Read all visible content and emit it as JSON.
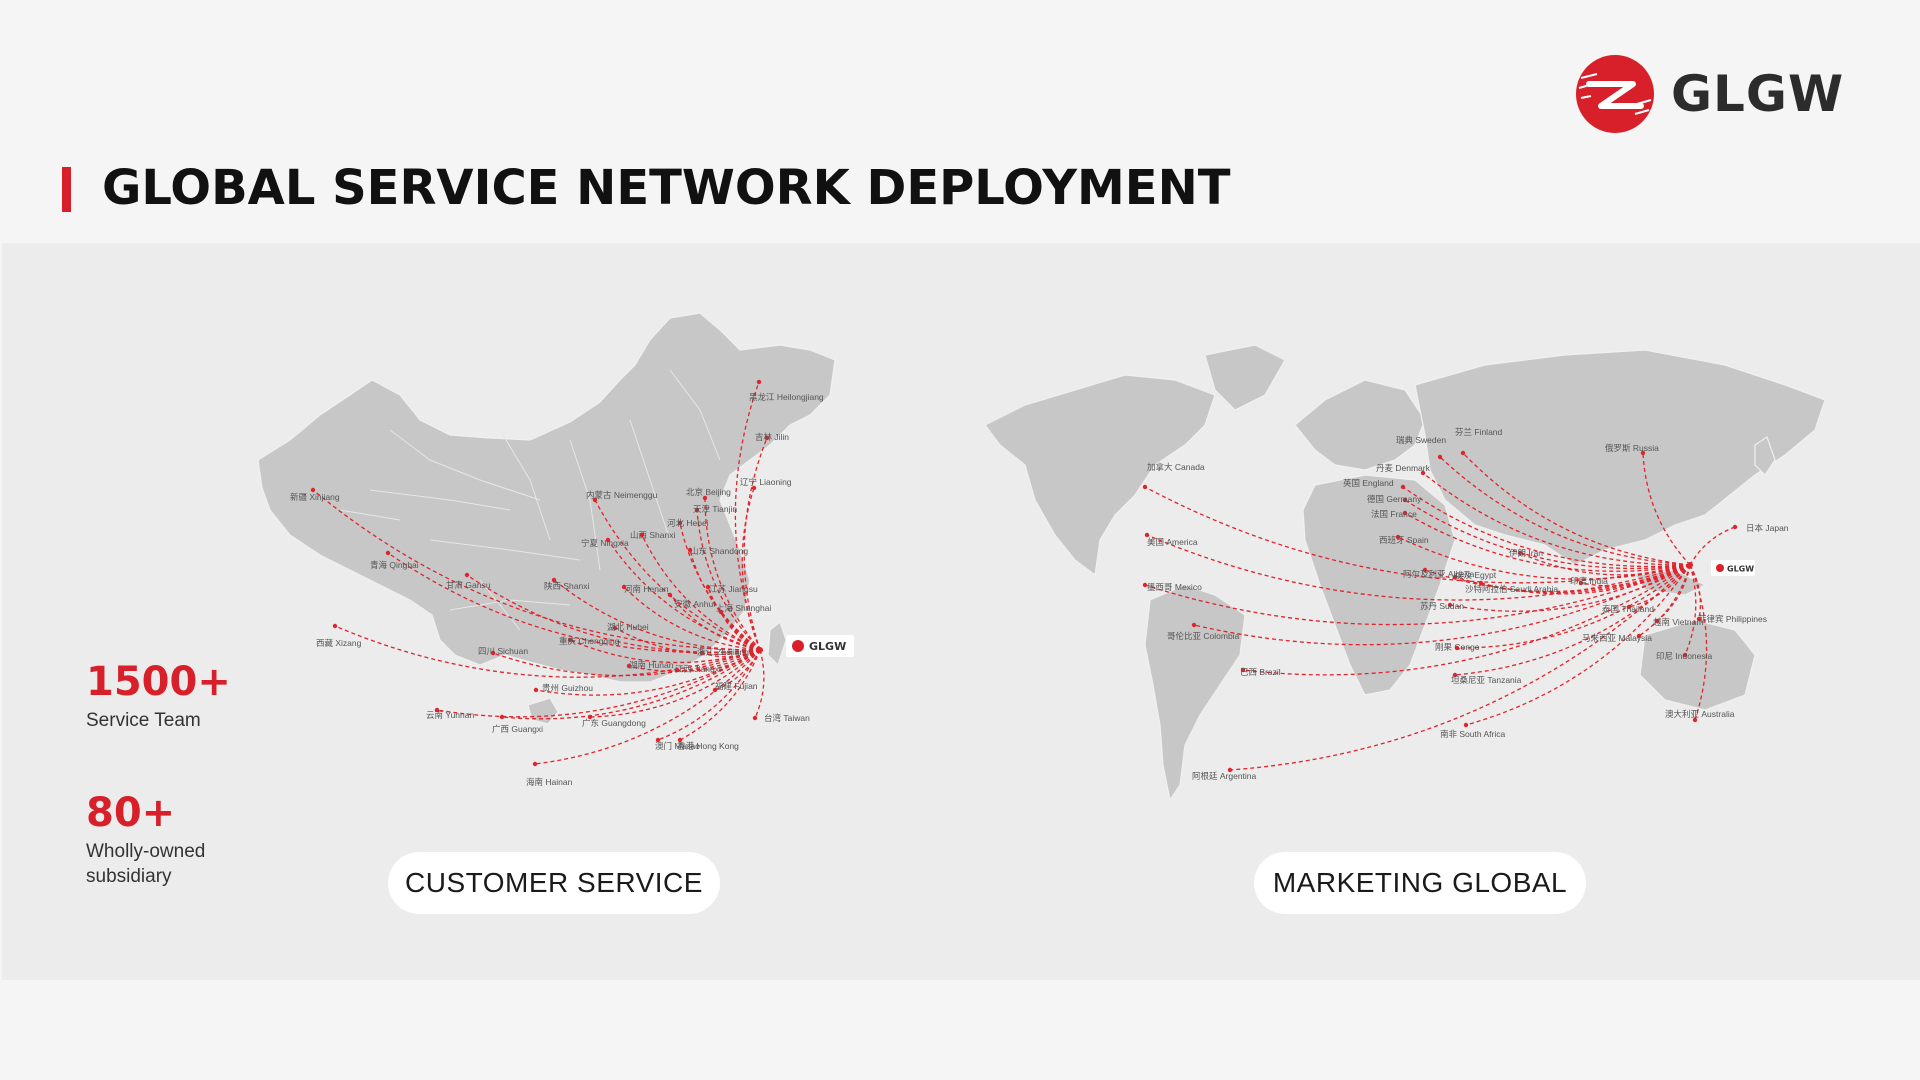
{
  "brand": {
    "name": "GLGW",
    "color": "#d7202a"
  },
  "page_title": "GLOBAL SERVICE NETWORK DEPLOYMENT",
  "stats": [
    {
      "value": "1500+",
      "label": "Service Team"
    },
    {
      "value": "80+",
      "label": "Wholly-owned subsidiary"
    }
  ],
  "china_map": {
    "caption": "CUSTOMER SERVICE",
    "hub_label": "GLGW",
    "destinations": [
      {
        "cn": "黑龙江",
        "en": "Heilongjiang"
      },
      {
        "cn": "吉林",
        "en": "Jilin"
      },
      {
        "cn": "辽宁",
        "en": "Liaoning"
      },
      {
        "cn": "北京",
        "en": "Beijing"
      },
      {
        "cn": "天津",
        "en": "Tianjin"
      },
      {
        "cn": "河北",
        "en": "Hebei"
      },
      {
        "cn": "内蒙古",
        "en": "Neimenggu"
      },
      {
        "cn": "新疆",
        "en": "Xinjiang"
      },
      {
        "cn": "山西",
        "en": "Shanxi"
      },
      {
        "cn": "宁夏",
        "en": "Ningxia"
      },
      {
        "cn": "山东",
        "en": "Shandong"
      },
      {
        "cn": "青海",
        "en": "Qinghai"
      },
      {
        "cn": "甘肃",
        "en": "Gansu"
      },
      {
        "cn": "陕西",
        "en": "Shanxi"
      },
      {
        "cn": "河南",
        "en": "Henan"
      },
      {
        "cn": "江苏",
        "en": "Jiangsu"
      },
      {
        "cn": "安徽",
        "en": "Anhui"
      },
      {
        "cn": "上海",
        "en": "Shanghai"
      },
      {
        "cn": "西藏",
        "en": "Xizang"
      },
      {
        "cn": "湖北",
        "en": "Hubei"
      },
      {
        "cn": "重庆",
        "en": "Chongqing"
      },
      {
        "cn": "四川",
        "en": "Sichuan"
      },
      {
        "cn": "浙江",
        "en": "Zhejiang"
      },
      {
        "cn": "湖南",
        "en": "Hunan"
      },
      {
        "cn": "江西",
        "en": "Jiangxi"
      },
      {
        "cn": "贵州",
        "en": "Guizhou"
      },
      {
        "cn": "福建",
        "en": "Fujian"
      },
      {
        "cn": "云南",
        "en": "Yunnan"
      },
      {
        "cn": "广西",
        "en": "Guangxi"
      },
      {
        "cn": "广东",
        "en": "Guangdong"
      },
      {
        "cn": "台湾",
        "en": "Taiwan"
      },
      {
        "cn": "澳门",
        "en": "Macao"
      },
      {
        "cn": "香港",
        "en": "Hong Kong"
      },
      {
        "cn": "海南",
        "en": "Hainan"
      }
    ]
  },
  "world_map": {
    "caption": "MARKETING GLOBAL",
    "hub_label": "GLGW",
    "destinations": [
      {
        "cn": "芬兰",
        "en": "Finland"
      },
      {
        "cn": "瑞典",
        "en": "Sweden"
      },
      {
        "cn": "俄罗斯",
        "en": "Russia"
      },
      {
        "cn": "加拿大",
        "en": "Canada"
      },
      {
        "cn": "丹麦",
        "en": "Denmark"
      },
      {
        "cn": "英国",
        "en": "England"
      },
      {
        "cn": "德国",
        "en": "Germany"
      },
      {
        "cn": "法国",
        "en": "France"
      },
      {
        "cn": "日本",
        "en": "Japan"
      },
      {
        "cn": "美国",
        "en": "America"
      },
      {
        "cn": "西班牙",
        "en": "Spain"
      },
      {
        "cn": "伊朗",
        "en": "Iran"
      },
      {
        "cn": "阿尔及利亚",
        "en": "Algeria"
      },
      {
        "cn": "埃及",
        "en": "Egypt"
      },
      {
        "cn": "沙特阿拉伯",
        "en": "Saudi Arabia"
      },
      {
        "cn": "墨西哥",
        "en": "Mexico"
      },
      {
        "cn": "印度",
        "en": "India"
      },
      {
        "cn": "苏丹",
        "en": "Sudan"
      },
      {
        "cn": "泰国",
        "en": "Thailand"
      },
      {
        "cn": "越南",
        "en": "Vietnam"
      },
      {
        "cn": "菲律宾",
        "en": "Philippines"
      },
      {
        "cn": "哥伦比亚",
        "en": "Colombia"
      },
      {
        "cn": "马来西亚",
        "en": "Malaysia"
      },
      {
        "cn": "刚果",
        "en": "Congo"
      },
      {
        "cn": "印尼",
        "en": "Indonesia"
      },
      {
        "cn": "巴西",
        "en": "Brazil"
      },
      {
        "cn": "坦桑尼亚",
        "en": "Tanzania"
      },
      {
        "cn": "澳大利亚",
        "en": "Australia"
      },
      {
        "cn": "南非",
        "en": "South Africa"
      },
      {
        "cn": "阿根廷",
        "en": "Argentina"
      }
    ]
  }
}
